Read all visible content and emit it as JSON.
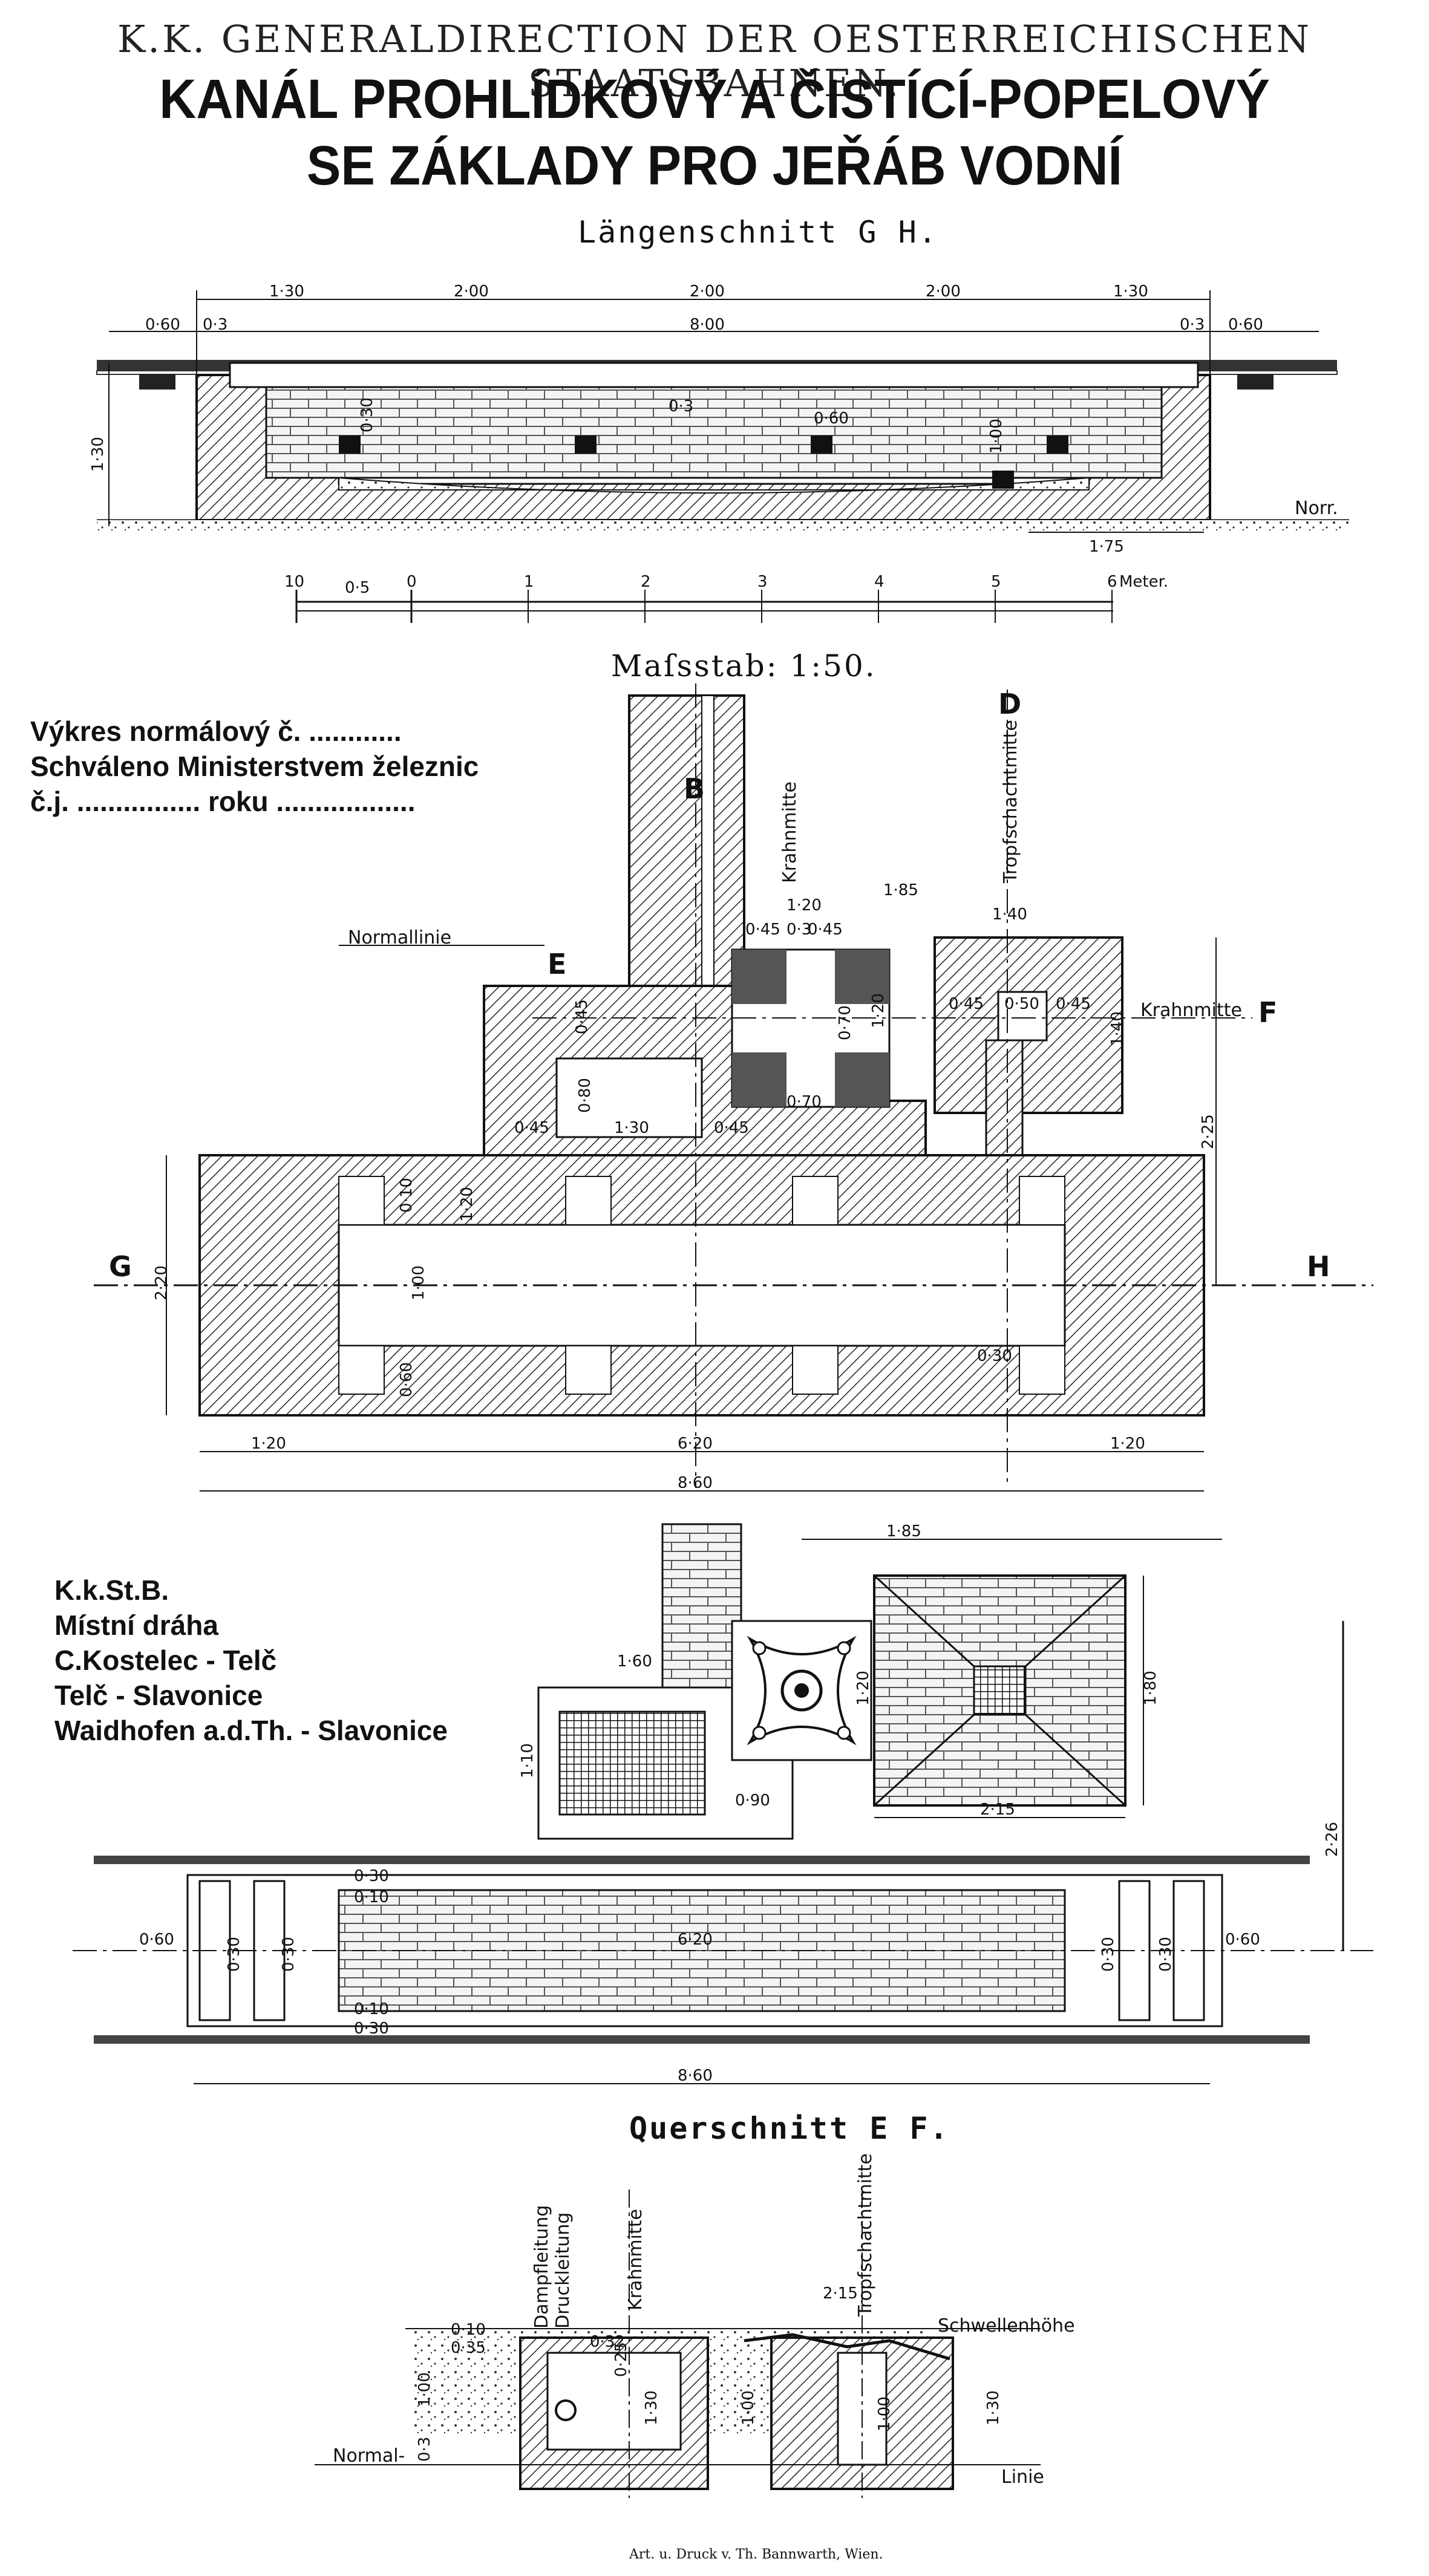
{
  "header": {
    "authority": "K.K. GENERALDIRECTION DER OESTERREICHISCHEN STAATSBAHNEN.",
    "title_line1": "KANÁL PROHLÍDKOVÝ A ČISTÍCÍ-POPELOVÝ",
    "title_line2": "SE ZÁKLADY PRO JEŘÁB VODNÍ"
  },
  "sections": {
    "longitudinal": "Längenschnitt G H.",
    "scale_title": "Maſsstab: 1:50.",
    "cross": "Querschnitt E F."
  },
  "approval_block": {
    "line1": "Výkres normálový č. ............",
    "line2": "Schváleno Ministerstvem železnic",
    "line3": "č.j. ................ roku .................."
  },
  "railway_block": {
    "line1": "K.k.St.B.",
    "line2": "Místní dráha",
    "line3": "C.Kostelec - Telč",
    "line4": "Telč - Slavonice",
    "line5": "Waidhofen a.d.Th. - Slavonice"
  },
  "scale_bar": {
    "ticks": [
      "10",
      "0·5",
      "0",
      "1",
      "2",
      "3",
      "4",
      "5",
      "6"
    ],
    "unit": "Meter."
  },
  "longitudinal_dims": {
    "d1": "1·30",
    "d2": "2·00",
    "d3": "2·00",
    "d4": "2·00",
    "d5": "1·30",
    "d6": "0·60",
    "d7": "0·3",
    "d8": "8·00",
    "d9": "0·3",
    "d10": "0·60",
    "d11": "1·30",
    "d12": "0·30",
    "d13": "0·3",
    "d14": "0·60",
    "d15": "1·00",
    "d16": "1·75",
    "norr": "Norr."
  },
  "plan_labels": {
    "b": "B",
    "d": "D",
    "e": "E",
    "f": "F",
    "g": "G",
    "h": "H",
    "normallinie": "Normallinie",
    "krahnmitte_v": "Krahnmitte",
    "krahnmitte_h": "Krahnmitte",
    "tropfschacht": "Tropfschachtmitte"
  },
  "plan_dims": {
    "p1": "1·85",
    "p2": "1·20",
    "p3": "0·45",
    "p4": "0·3",
    "p5": "0·45",
    "p6": "1·40",
    "p7": "0·45",
    "p8": "0·50",
    "p9": "0·45",
    "p10": "1·40",
    "p11": "0·70",
    "p12": "1·20",
    "p13": "0·70",
    "p14": "0·45",
    "p15": "1·30",
    "p16": "0·45",
    "p17": "0·80",
    "p18": "2·25",
    "p19": "1·20",
    "p20": "2·20",
    "p21": "1·00",
    "p22": "0·30",
    "p23": "1·20",
    "p24": "6·20",
    "p25": "1·20",
    "p26": "8·60",
    "p27": "0·60",
    "p28": "0·10",
    "p29": "0·45"
  },
  "top_view_dims": {
    "t1": "1·85",
    "t2": "1·60",
    "t3": "1·20",
    "t4": "1·80",
    "t5": "1·10",
    "t6": "0·90",
    "t7": "2·15",
    "t8": "2·26",
    "t9": "0·60",
    "t10": "0·30",
    "t11": "0·30",
    "t12": "6·20",
    "t13": "0·30",
    "t14": "0·30",
    "t15": "0·60",
    "t16": "8·60",
    "t17": "0·30",
    "t18": "0·10",
    "t19": "0·10",
    "t20": "0·30"
  },
  "cross_labels": {
    "dampf": "Dampfleitung",
    "druck": "Druckleitung",
    "krahnmitte": "Krahnmitte",
    "tropf": "Tropfschachtmitte",
    "schwellen": "Schwellenhöhe",
    "normal": "Normal-",
    "linie": "Linie"
  },
  "cross_dims": {
    "c1": "2·15",
    "c2": "0·32",
    "c3": "0·25",
    "c4": "1·30",
    "c5": "1·30",
    "c6": "1·00",
    "c7": "0·10",
    "c8": "0·35",
    "c9": "1·00",
    "c10": "0·3",
    "c11": "1·00"
  },
  "printer": "Art. u. Druck v. Th. Bannwarth, Wien."
}
